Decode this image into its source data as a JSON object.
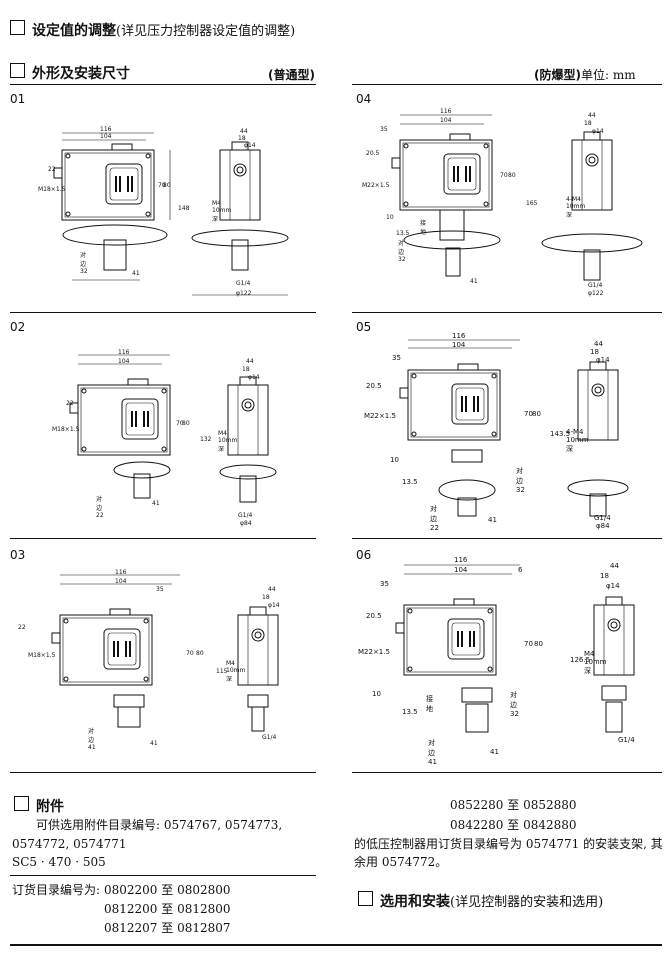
{
  "section_setpoint": {
    "title": "设定值的调整",
    "note": "(详见压力控制器设定值的调整)"
  },
  "section_dimensions": {
    "title": "外形及安装尺寸",
    "normal_type": "(普通型)",
    "explosion_type": "(防爆型)",
    "unit": "单位: mm"
  },
  "panels": [
    {
      "id": "01",
      "dims": {
        "w_total": "116",
        "w_inner": "104",
        "h_total": "148",
        "top_a": "44",
        "top_b": "18",
        "thread": "M18×1.5",
        "depth": "M4 10mm深",
        "flat": "对边32",
        "bottom": "41",
        "h1": "22",
        "h2": "70",
        "h3": "80",
        "g": "G1/4",
        "d": "φ122",
        "f": "φ14"
      }
    },
    {
      "id": "02",
      "dims": {
        "w_total": "116",
        "w_inner": "104",
        "h_total": "132",
        "top_a": "44",
        "top_b": "18",
        "thread": "M18×1.5",
        "depth": "M4 10mm深",
        "flat": "对边22",
        "bottom": "41",
        "h1": "22",
        "h2": "70",
        "h3": "80",
        "g": "G1/4",
        "d": "φ84",
        "f": "φ14"
      }
    },
    {
      "id": "03",
      "dims": {
        "w_total": "116",
        "w_inner": "104",
        "h_total": "115",
        "top_a": "44",
        "top_b": "18",
        "thread": "M18×1.5",
        "depth": "M4 10mm深",
        "flat": "对边41",
        "bottom": "41",
        "h1": "22",
        "h2": "70",
        "h3": "80",
        "g": "G1/4",
        "d": "",
        "f": "φ14",
        "extra": "35"
      }
    },
    {
      "id": "04",
      "dims": {
        "w_total": "116",
        "w_inner": "104",
        "h_total": "165",
        "top_a": "44",
        "top_b": "18",
        "thread": "M22×1.5",
        "depth": "4-M4 10mm深",
        "flat": "对边32",
        "bottom": "41",
        "h1": "20.5",
        "h2": "70",
        "h3": "80",
        "g": "G1/4",
        "d": "φ122",
        "f": "φ14",
        "extra": "35",
        "ground": "接地",
        "h4": "13.5",
        "h5": "10"
      }
    },
    {
      "id": "05",
      "dims": {
        "w_total": "116",
        "w_inner": "104",
        "h_total": "143.5",
        "top_a": "44",
        "top_b": "18",
        "thread": "M22×1.5",
        "depth": "4-M4 10mm深",
        "flat": "对边32",
        "flat2": "对边22",
        "bottom": "41",
        "h1": "20.5",
        "h2": "70",
        "h3": "80",
        "g": "G1/4",
        "d": "φ84",
        "f": "φ14",
        "extra": "35",
        "h4": "13.5",
        "h5": "10"
      }
    },
    {
      "id": "06",
      "dims": {
        "w_total": "116",
        "w_inner": "104",
        "h_total": "126.5",
        "top_a": "44",
        "top_b": "18",
        "thread": "M22×1.5",
        "depth": "M4 10mm深",
        "flat": "对边32",
        "flat2": "对边41",
        "bottom": "41",
        "h1": "20.5",
        "h2": "70",
        "h3": "80",
        "g": "G1/4",
        "d": "",
        "f": "φ14",
        "extra": "35",
        "ground": "接地",
        "h4": "13.5",
        "h5": "10",
        "e": "6"
      }
    }
  ],
  "accessories": {
    "title": "附件",
    "line1": "可供选用附件目录编号: 0574767, 0574773,",
    "line2": "0574772, 0574771",
    "line3": "SC5 · 470 · 505"
  },
  "order": {
    "label": "订货目录编号为:",
    "r1": "0802200 至 0802800",
    "r2": "0812200 至 0812800",
    "r3": "0812207 至 0812807"
  },
  "right_col": {
    "r1": "0852280 至 0852880",
    "r2": "0842280 至 0842880",
    "p1": "的低压控制器用订货目录编号为 0574771 的安装支架, 其",
    "p2": "余用 0574772。"
  },
  "section_selection": {
    "title": "选用和安装",
    "note": "(详见控制器的安装和选用)"
  }
}
